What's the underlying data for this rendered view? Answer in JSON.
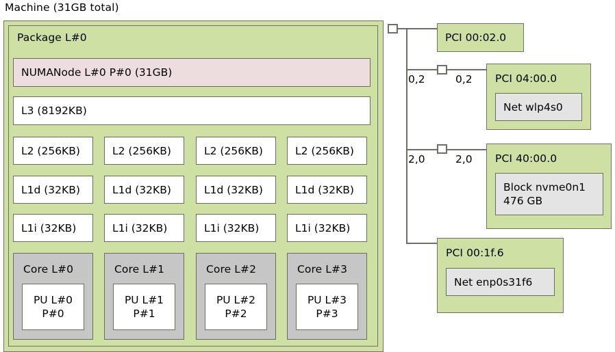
{
  "machine": {
    "title": "Machine (31GB total)",
    "package": {
      "label": "Package L#0",
      "numanode": "NUMANode L#0 P#0 (31GB)",
      "l3": "L3 (8192KB)",
      "l2": [
        "L2 (256KB)",
        "L2 (256KB)",
        "L2 (256KB)",
        "L2 (256KB)"
      ],
      "l1d": [
        "L1d (32KB)",
        "L1d (32KB)",
        "L1d (32KB)",
        "L1d (32KB)"
      ],
      "l1i": [
        "L1i (32KB)",
        "L1i (32KB)",
        "L1i (32KB)",
        "L1i (32KB)"
      ],
      "cores": [
        {
          "label": "Core L#0",
          "pu": "PU L#0\nP#0"
        },
        {
          "label": "Core L#1",
          "pu": "PU L#1\nP#1"
        },
        {
          "label": "Core L#2",
          "pu": "PU L#2\nP#2"
        },
        {
          "label": "Core L#3",
          "pu": "PU L#3\nP#3"
        }
      ]
    }
  },
  "io": {
    "branches": [
      {
        "pci": "PCI 00:02.0",
        "child": null,
        "bandwidth_left": "",
        "bandwidth_right": "",
        "has_bridge": false
      },
      {
        "pci": "PCI 04:00.0",
        "child": "Net wlp4s0",
        "bandwidth_left": "0,2",
        "bandwidth_right": "0,2",
        "has_bridge": true
      },
      {
        "pci": "PCI 40:00.0",
        "child": "Block nvme0n1\n476 GB",
        "bandwidth_left": "2,0",
        "bandwidth_right": "2,0",
        "has_bridge": true
      },
      {
        "pci": "PCI 00:1f.6",
        "child": "Net enp0s31f6",
        "bandwidth_left": "",
        "bandwidth_right": "",
        "has_bridge": false
      }
    ]
  },
  "colors": {
    "machine_fill": "#cfe0a4",
    "numanode_fill": "#eeddde",
    "cache_fill": "#ffffff",
    "core_fill": "#c6c6c6",
    "osdev_fill": "#e4e4e4",
    "border": "#6b6b5e",
    "line": "#6e6e66"
  }
}
